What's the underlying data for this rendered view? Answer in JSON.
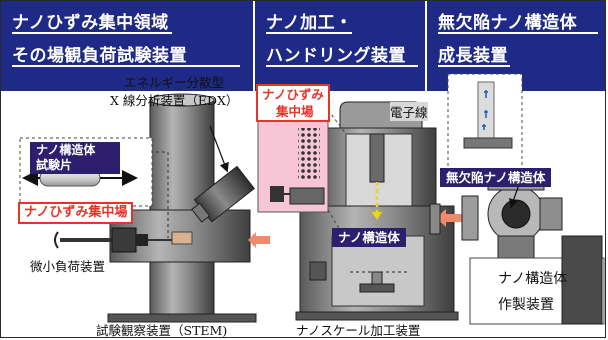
{
  "panels": {
    "left": {
      "title_line1": "ナノひずみ集中領域",
      "title_line2": "その場観負荷試験装置",
      "specimen_label_line1": "ナノ構造体",
      "specimen_label_line2": "試験片",
      "strain_label": "ナノひずみ集中場",
      "edx_line1": "エネルギー分散型",
      "edx_line2": "X 線分析装置（EDX）",
      "load_device": "微小負荷装置",
      "stem_label": "試験観察装置（STEM)"
    },
    "center": {
      "title_line1": "ナノ加工・",
      "title_line2": "ハンドリング装置",
      "strain_label_line1": "ナノひずみ",
      "strain_label_line2": "集中場",
      "electron_beam": "電子線",
      "nanostructure": "ナノ構造体",
      "nanoscale_device": "ナノスケール加工装置"
    },
    "right": {
      "title_line1": "無欠陥ナノ構造体",
      "title_line2": "成長装置",
      "defect_free": "無欠陥ナノ構造体",
      "fab_line1": "ナノ構造体",
      "fab_line2": "作製装置"
    }
  },
  "colors": {
    "title_band": "#1f2a86",
    "label_navy": "#2e1f6e",
    "highlight_red": "#e8332a",
    "arrow_salmon": "#f08a6b",
    "pink_fill": "#f6c6d6",
    "beam_yellow": "#f2d21c"
  }
}
